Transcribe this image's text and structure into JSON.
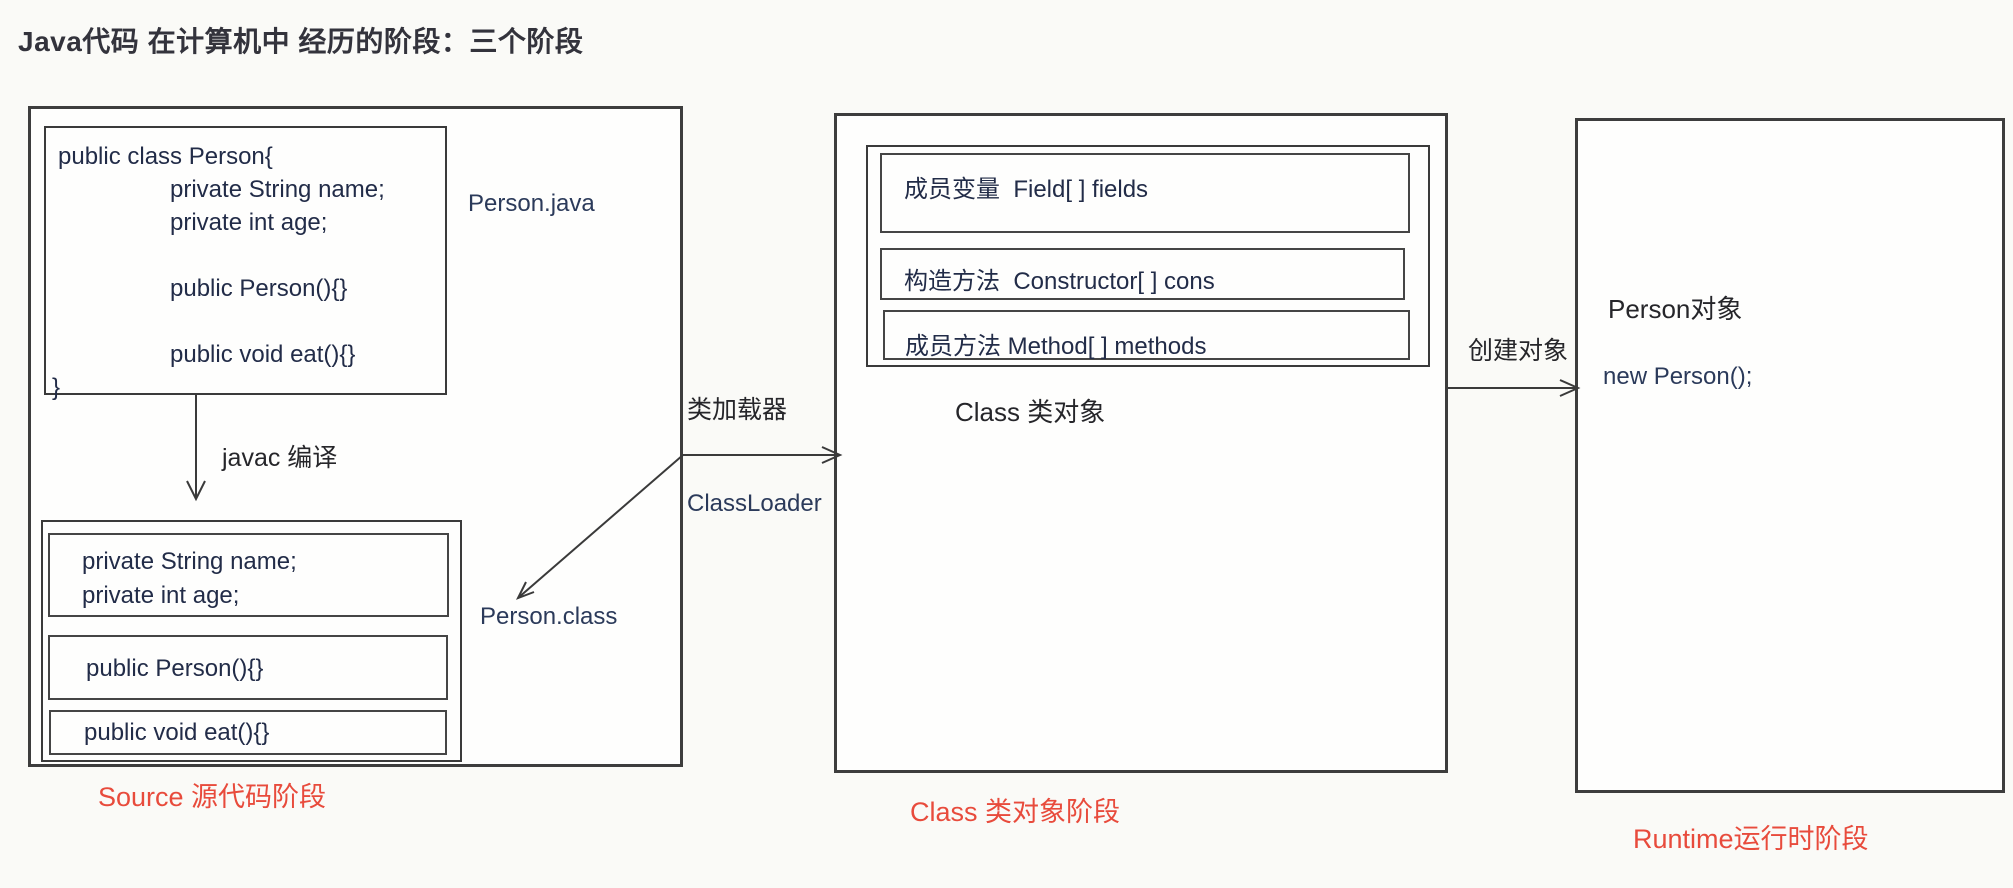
{
  "title": "Java代码 在计算机中 经历的阶段：三个阶段",
  "source_stage": {
    "file_label": "Person.java",
    "code_lines": [
      "public class Person{",
      "private String name;",
      "private int age;",
      "",
      "public Person(){}",
      "",
      "public void eat(){}",
      "}"
    ],
    "compile_label": "javac 编译",
    "bytecode_label": "Person.class",
    "bytecode_fields_line1": "private String name;",
    "bytecode_fields_line2": "private int age;",
    "bytecode_constructor": "public Person(){}",
    "bytecode_method": "public void eat(){}",
    "stage_label": "Source 源代码阶段"
  },
  "loader": {
    "zh": "类加载器",
    "en": "ClassLoader"
  },
  "class_stage": {
    "rows": [
      {
        "label": "成员变量  Field[ ] fields"
      },
      {
        "label": "构造方法  Constructor[ ] cons"
      },
      {
        "label": "成员方法 Method[ ] methods"
      }
    ],
    "object_label": "Class 类对象",
    "stage_label": "Class 类对象阶段"
  },
  "runtime_stage": {
    "create_label": "创建对象",
    "object_label": "Person对象",
    "code": "new Person();",
    "stage_label": "Runtime运行时阶段"
  },
  "colors": {
    "accent_red": "#e84b3c",
    "line_color": "#3a3a3a"
  }
}
